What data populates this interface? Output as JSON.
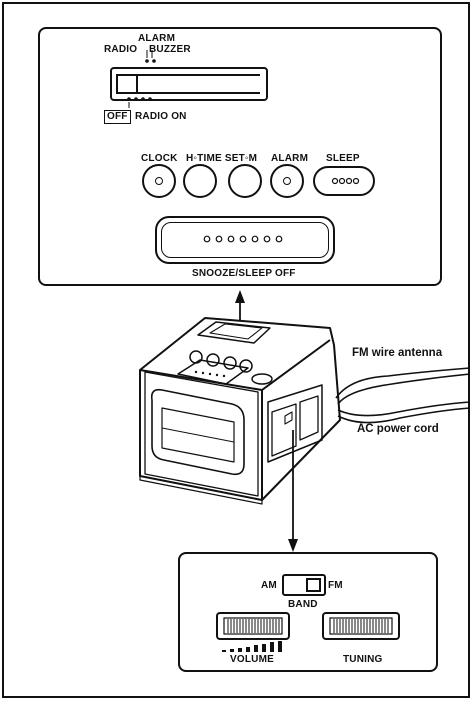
{
  "top_panel": {
    "switch": {
      "alarm": "ALARM",
      "radio": "RADIO",
      "buzzer": "BUZZER",
      "off": "OFF",
      "radio_on": "RADIO ON"
    },
    "buttons": {
      "clock": "CLOCK",
      "time_set": "H◦TIME SET◦M",
      "alarm": "ALARM",
      "sleep": "SLEEP"
    },
    "snooze": "SNOOZE/SLEEP OFF"
  },
  "callouts": {
    "antenna": "FM wire antenna",
    "power": "AC power cord"
  },
  "bottom_panel": {
    "am": "AM",
    "fm": "FM",
    "band": "BAND",
    "volume": "VOLUME",
    "tuning": "TUNING"
  }
}
